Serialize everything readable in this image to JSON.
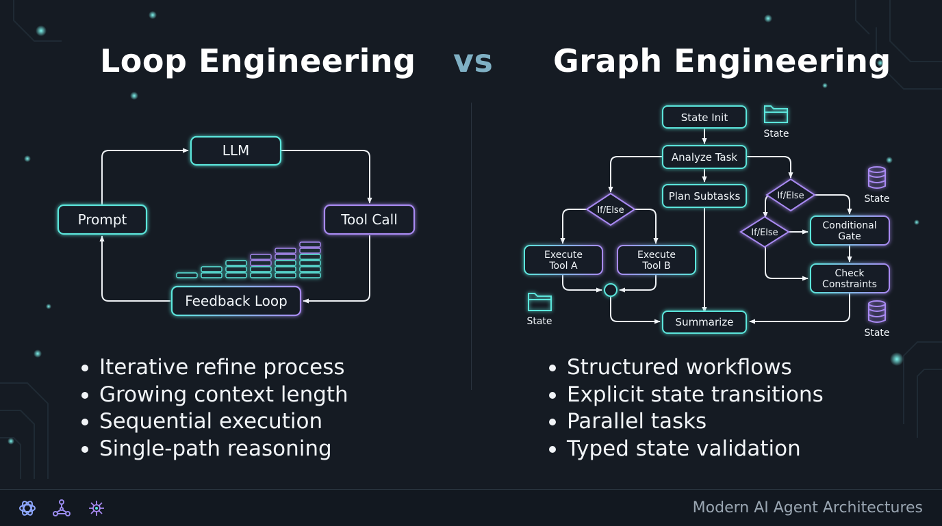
{
  "titles": {
    "left": "Loop Engineering",
    "vs": "vs",
    "right": "Graph Engineering"
  },
  "loop_diagram": {
    "llm": "LLM",
    "prompt": "Prompt",
    "tool_call": "Tool Call",
    "feedback_loop": "Feedback Loop",
    "context_bars": [
      1,
      2,
      3,
      4,
      5,
      6
    ]
  },
  "graph_diagram": {
    "state_init": "State Init",
    "analyze_task": "Analyze Task",
    "plan_subtasks": "Plan Subtasks",
    "if_else": "If/Else",
    "execute_a_1": "Execute",
    "execute_a_2": "Tool A",
    "execute_b_1": "Execute",
    "execute_b_2": "Tool B",
    "conditional_1": "Conditional",
    "conditional_2": "Gate",
    "check_1": "Check",
    "check_2": "Constraints",
    "summarize": "Summarize",
    "state_label": "State"
  },
  "bullets": {
    "left": [
      "Iterative refine process",
      "Growing context length",
      "Sequential execution",
      "Single-path reasoning"
    ],
    "right": [
      "Structured workflows",
      "Explicit state transitions",
      "Parallel tasks",
      "Typed state validation"
    ]
  },
  "footer": {
    "caption": "Modern AI Agent Architectures",
    "icons": [
      "openai-logo-icon",
      "graph-network-icon",
      "hub-network-icon"
    ]
  },
  "colors": {
    "background": "#151b23",
    "cyan": "#5ce6dc",
    "purple": "#a98af2",
    "arrow": "#f0f3f6",
    "vs": "#7fb0c4"
  }
}
